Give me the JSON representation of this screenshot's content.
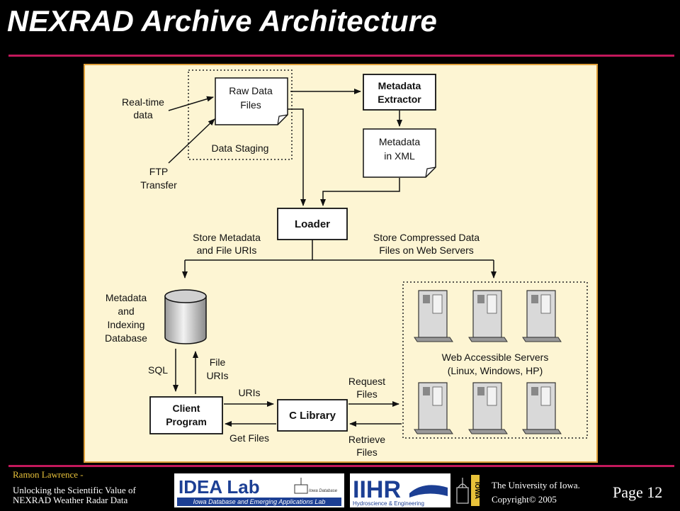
{
  "title": "NEXRAD Archive Architecture",
  "diagram": {
    "realtime_line1": "Real-time",
    "realtime_line2": "data",
    "ftp_line1": "FTP",
    "ftp_line2": "Transfer",
    "raw_line1": "Raw Data",
    "raw_line2": "Files",
    "staging": "Data Staging",
    "extractor_line1": "Metadata",
    "extractor_line2": "Extractor",
    "xml_line1": "Metadata",
    "xml_line2": "in XML",
    "loader": "Loader",
    "store_meta_line1": "Store Metadata",
    "store_meta_line2": "and File URIs",
    "store_comp_line1": "Store Compressed Data",
    "store_comp_line2": "Files on Web Servers",
    "db_line1": "Metadata",
    "db_line2": "and",
    "db_line3": "Indexing",
    "db_line4": "Database",
    "sql": "SQL",
    "file_uris_line1": "File",
    "file_uris_line2": "URIs",
    "client_line1": "Client",
    "client_line2": "Program",
    "uris": "URIs",
    "get_files": "Get Files",
    "clib": "C Library",
    "request_line1": "Request",
    "request_line2": "Files",
    "retrieve_line1": "Retrieve",
    "retrieve_line2": "Files",
    "servers_line1": "Web Accessible Servers",
    "servers_line2": "(Linux, Windows, HP)"
  },
  "footer": {
    "author": "Ramon Lawrence -",
    "talk_line1": "Unlocking the Scientific Value of",
    "talk_line2": "NEXRAD Weather Radar Data",
    "idea_logo_text": "IDEA Lab",
    "idea_logo_sub": "Iowa Database and Emerging Applications Lab",
    "idea_logo_small": "Iowa Database",
    "iihr_logo_text": "IIHR",
    "iihr_logo_sub": "Hydroscience & Engineering",
    "iowa_logo_text": "IOWA",
    "university": "The University of Iowa.",
    "copyright": "Copyright© 2005",
    "page": "Page 12"
  }
}
